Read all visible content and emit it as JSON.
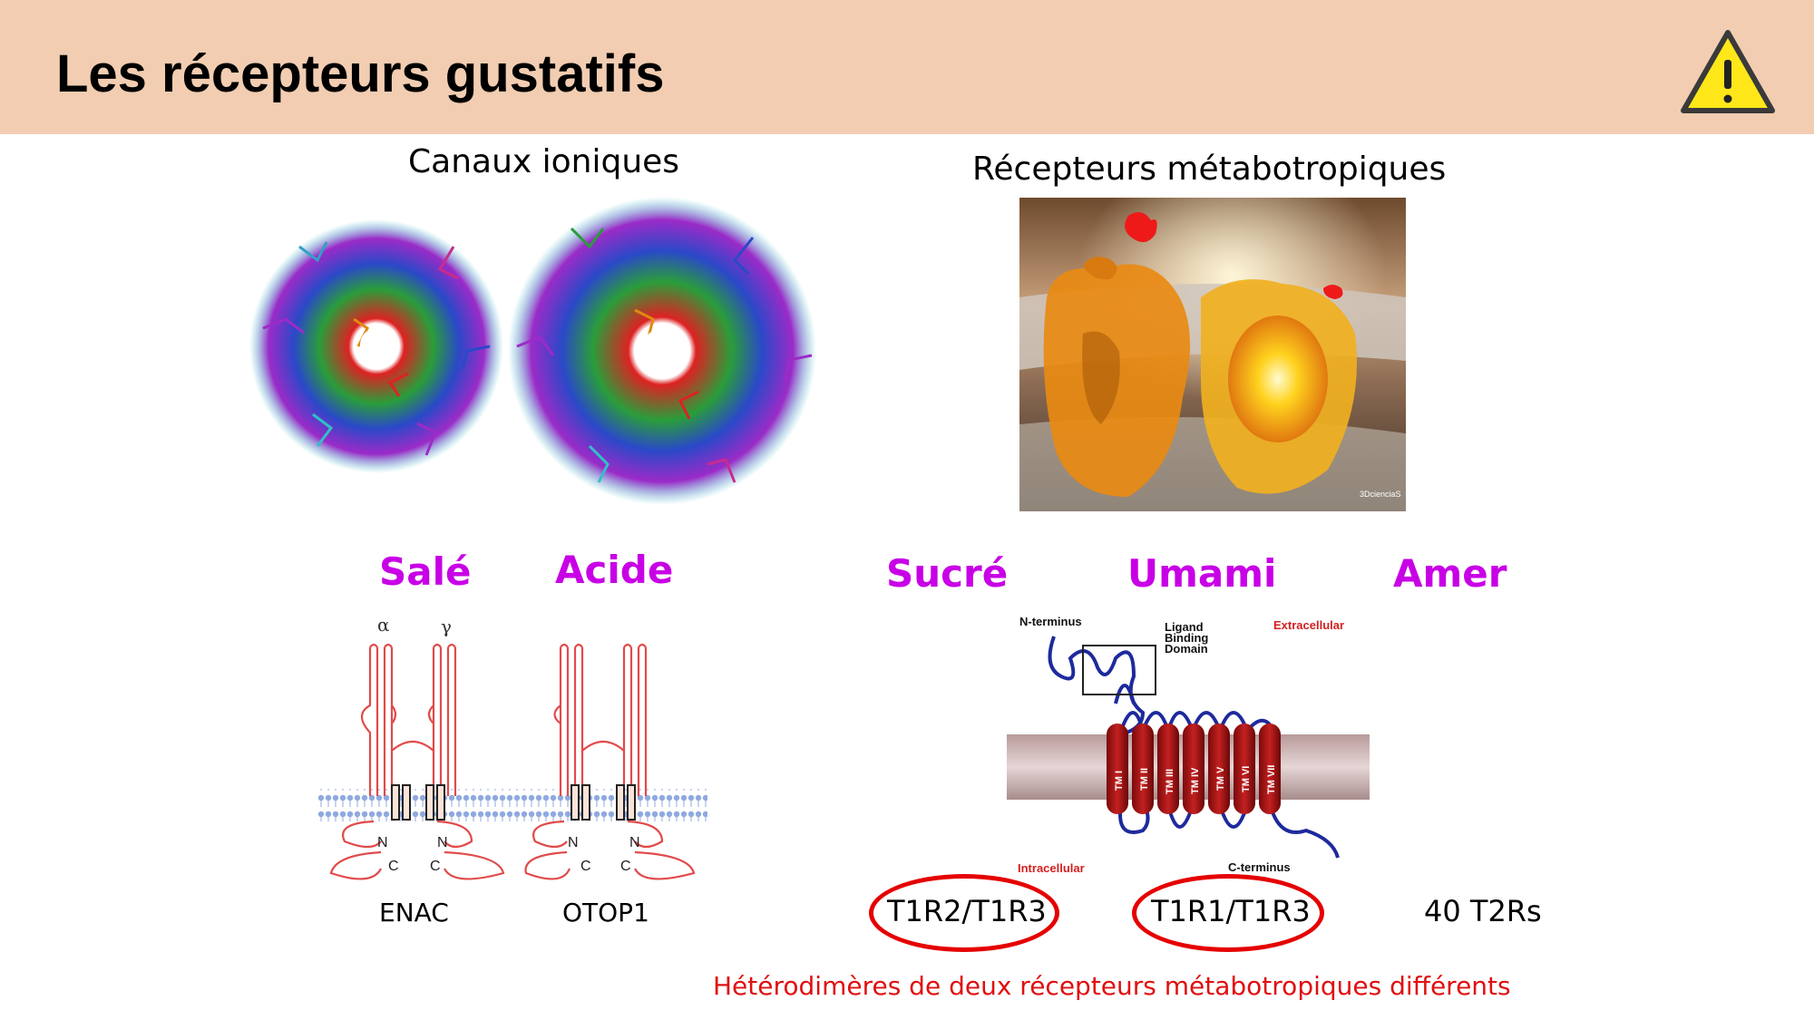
{
  "slide": {
    "title": "Les récepteurs gustatifs",
    "warning_icon": "warning-triangle-icon"
  },
  "ion_channels": {
    "heading": "Canaux ioniques",
    "tastes": [
      "Salé",
      "Acide"
    ],
    "receptors": [
      "ENAC",
      "OTOP1"
    ],
    "diagram_labels": {
      "alpha": "α",
      "gamma": "γ",
      "n": "N",
      "c": "C"
    }
  },
  "metabotropic": {
    "heading": "Récepteurs métabotropiques",
    "image_credit": "3DcienciaS",
    "tastes": [
      "Sucré",
      "Umami",
      "Amer"
    ],
    "receptors": [
      "T1R2/T1R3",
      "T1R1/T1R3",
      "40 T2Rs"
    ],
    "diagram_labels": {
      "n_terminus": "N-terminus",
      "ligand_line1": "Ligand",
      "ligand_line2": "Binding",
      "ligand_line3": "Domain",
      "extracellular": "Extracellular",
      "intracellular": "Intracellular",
      "c_terminus": "C-terminus",
      "tm": [
        "TM I",
        "TM II",
        "TM III",
        "TM IV",
        "TM V",
        "TM VI",
        "TM VII"
      ]
    },
    "footnote": "Hétérodimères de deux récepteurs métabotropiques différents"
  },
  "colors": {
    "header_bg": "#f2cdb2",
    "taste_label": "#c800e6",
    "highlight": "#e50000",
    "warning": "#ffe71a"
  }
}
